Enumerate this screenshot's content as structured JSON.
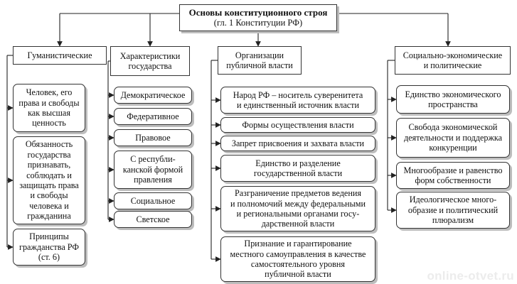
{
  "title": "Основы конституционного строя",
  "subtitle": "(гл. 1 Конституции РФ)",
  "columns": [
    {
      "heading": "Гуманистические",
      "items": [
        "Человек, его\nправа и свободы\nкак высшая\nценность",
        "Обязанность\nгосударства\nпризнавать,\nсоблюдать и\nзащищать права\nи свободы\nчеловека и\nгражданина",
        "Принципы\nгражданства РФ\n(ст. 6)"
      ]
    },
    {
      "heading": "Характеристики\nгосударства",
      "items": [
        "Демократическое",
        "Федеративное",
        "Правовое",
        "С республи-\nканской формой\nправления",
        "Социальное",
        "Светское"
      ]
    },
    {
      "heading": "Организации\nпубличной власти",
      "items": [
        "Народ РФ – носитель суверенитета\nи единственный источник власти",
        "Формы осуществления власти",
        "Запрет присвоения и захвата власти",
        "Единство и разделение\nгосударственной власти",
        "Разграничение предметов ведения\nи полномочий между федеральными\nи региональными органами госу-\nдарственной власти",
        "Признание и гарантирование\nместного самоуправления в качестве\nсамостоятельного уровня\nпубличной власти"
      ]
    },
    {
      "heading": "Социально-экономические\nи политические",
      "items": [
        "Единство экономического\nпространства",
        "Свобода экономической\nдеятельности и поддержка\nконкуренции",
        "Многообразие и равенство\nформ собственности",
        "Идеологическое много-\nобразие и политический\nплюрализм"
      ]
    }
  ],
  "watermark": "online-otvet.ru"
}
